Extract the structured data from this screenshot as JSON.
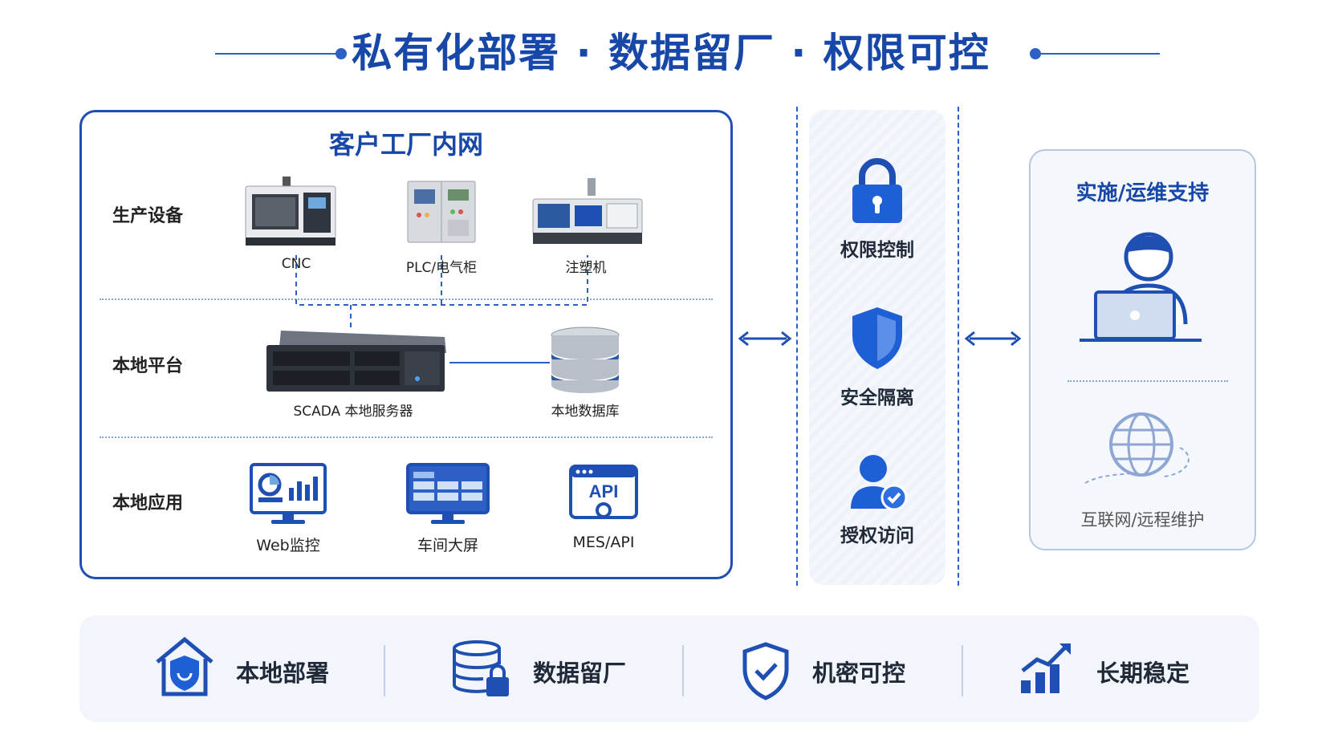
{
  "title": "私有化部署 · 数据留厂 · 权限可控",
  "factory": {
    "title": "客户工厂内网",
    "rows": {
      "production": "生产设备",
      "platform": "本地平台",
      "apps": "本地应用"
    },
    "devices": [
      "CNC",
      "PLC/电气柜",
      "注塑机"
    ],
    "platform_items": [
      "SCADA 本地服务器",
      "本地数据库"
    ],
    "app_items": [
      "Web监控",
      "车间大屏",
      "MES/API"
    ]
  },
  "security": {
    "items": [
      "权限控制",
      "安全隔离",
      "授权访问"
    ]
  },
  "support": {
    "title": "实施/运维支持",
    "remote": "互联网/远程维护"
  },
  "bottom": {
    "items": [
      "本地部署",
      "数据留厂",
      "机密可控",
      "长期稳定"
    ]
  },
  "colors": {
    "primary": "#1f4fb3",
    "title": "#1747a8",
    "accent": "#2d5fc4",
    "panel_bg": "#f4f7fc"
  },
  "icons": [
    "cnc-machine-image",
    "plc-cabinet-image",
    "injection-molding-image",
    "server-image",
    "database-image",
    "web-monitor-icon",
    "workshop-screen-icon",
    "api-icon",
    "lock-icon",
    "shield-icon",
    "user-check-icon",
    "person-laptop-icon",
    "globe-icon",
    "house-shield-icon",
    "database-lock-icon",
    "shield-check-icon",
    "growth-chart-icon"
  ]
}
